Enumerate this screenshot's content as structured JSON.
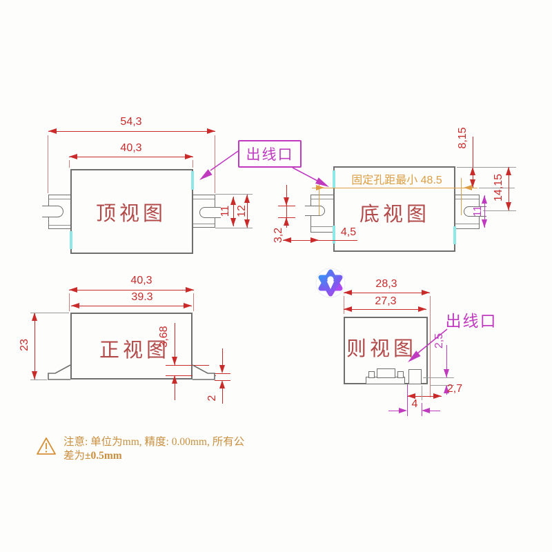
{
  "drawing": {
    "views": {
      "top": {
        "label": "顶视图",
        "dims": {
          "overall_width": "54,3",
          "body_width": "40,3",
          "tab_slot_height": "11",
          "tab_height": "12"
        }
      },
      "bottom": {
        "label": "底视图",
        "hole_note": "固定孔距最小 48.5",
        "dims": {
          "edge_to_hole": "8,15",
          "side_height": "14,15",
          "tab_height": "11",
          "slot_offset": "3,2",
          "hole_inset": "4,5"
        }
      },
      "front": {
        "label": "正视图",
        "dims": {
          "overall_width": "40,3",
          "body_width": "39.3",
          "height": "23",
          "step_height": "3,68",
          "flange_thickness": "2"
        }
      },
      "side": {
        "label": "则视图",
        "dims": {
          "overall_depth": "28,3",
          "body_depth": "27,3",
          "outlet_height": "2,5",
          "outlet_to_edge": "2,7",
          "outlet_width": "4"
        }
      }
    },
    "callouts": {
      "wire_outlet_top": "出线口",
      "wire_outlet_side": "出线口"
    },
    "note": {
      "line1": "注意: 单位为mm, 精度: 0.00mm, 所有公",
      "line2_prefix": "差为",
      "line2_bold": "±0.5mm"
    },
    "icons": {
      "warning": "warning-triangle-icon",
      "watermark": "pen-star-badge-icon"
    },
    "colors": {
      "dimension_red": "#c92a2a",
      "callout_magenta": "#c03ac0",
      "hole_orange": "#dd9d42",
      "outline_gray": "#6e6e6e",
      "highlight_cyan": "#8ee9e6",
      "view_label_red": "#b34a4a",
      "note_tan": "#c98f3f"
    }
  }
}
